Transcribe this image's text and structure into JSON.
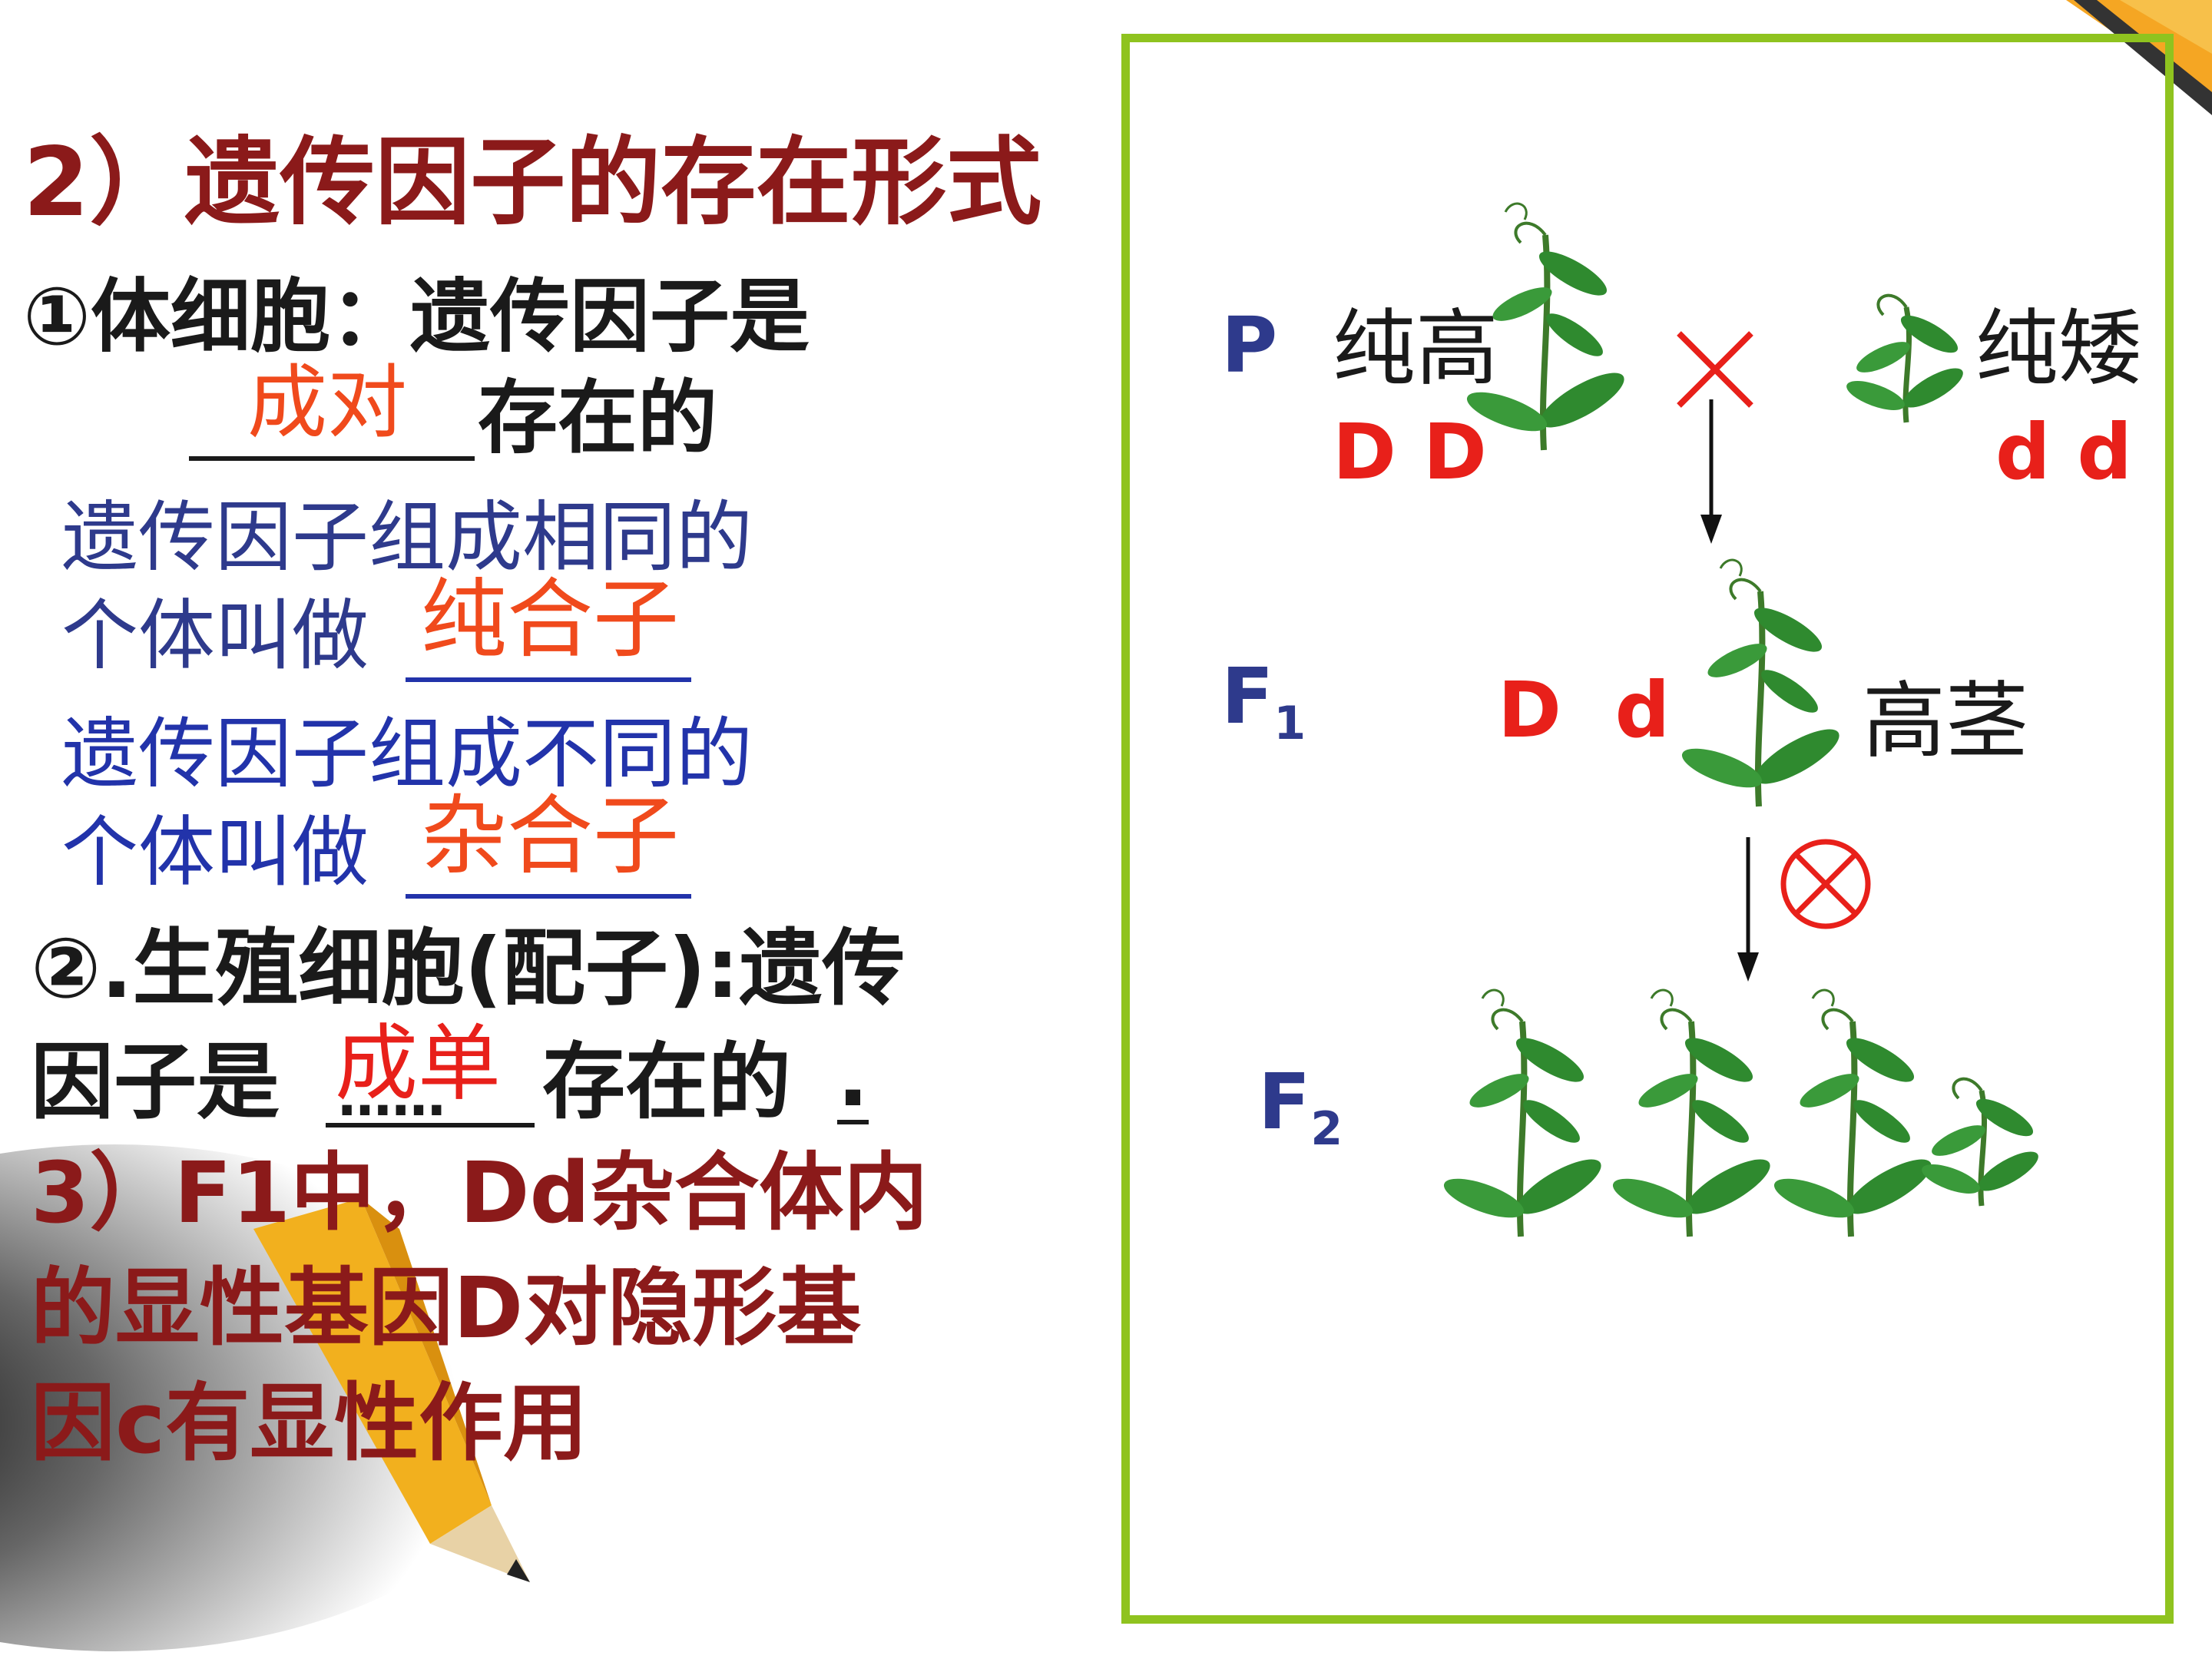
{
  "left": {
    "heading": "2）遗传因子的存在形式",
    "item1_label": "①体细胞：遗传因子是",
    "item1_blank": "成对",
    "item1_suffix": "存在的",
    "homo_line1": "遗传因子组成相同的",
    "homo_line2": "个体叫做",
    "homo_answer": "纯合子",
    "hetero_line1": "遗传因子组成不同的",
    "hetero_line2": "个体叫做",
    "hetero_answer": "杂合子",
    "item2_line1": "②.生殖细胞(配子):遗传",
    "item2_prefix": "因子是",
    "item2_blank": "成单",
    "item2_blank_fill": "……",
    "item2_suffix": "存在的",
    "item2_end": ".",
    "item3_line1": "3）F1中，Dd杂合体内",
    "item3_line2": "的显性基因D对隐形基",
    "item3_line3": "因c有显性作用"
  },
  "diagram": {
    "p_label": "P",
    "tall_label": "纯高",
    "short_label": "纯矮",
    "tall_genotype": "D D",
    "short_genotype": "d d",
    "cross_symbol": "×",
    "f1_letter": "F",
    "f1_sub": "1",
    "f1_genotype": "D  d",
    "f1_phenotype": "高茎",
    "f2_letter": "F",
    "f2_sub": "2",
    "colors": {
      "frame": "#8fc31f",
      "leaf": "#2f8a2f",
      "red": "#e8201a",
      "navy": "#2e3a8c"
    }
  }
}
